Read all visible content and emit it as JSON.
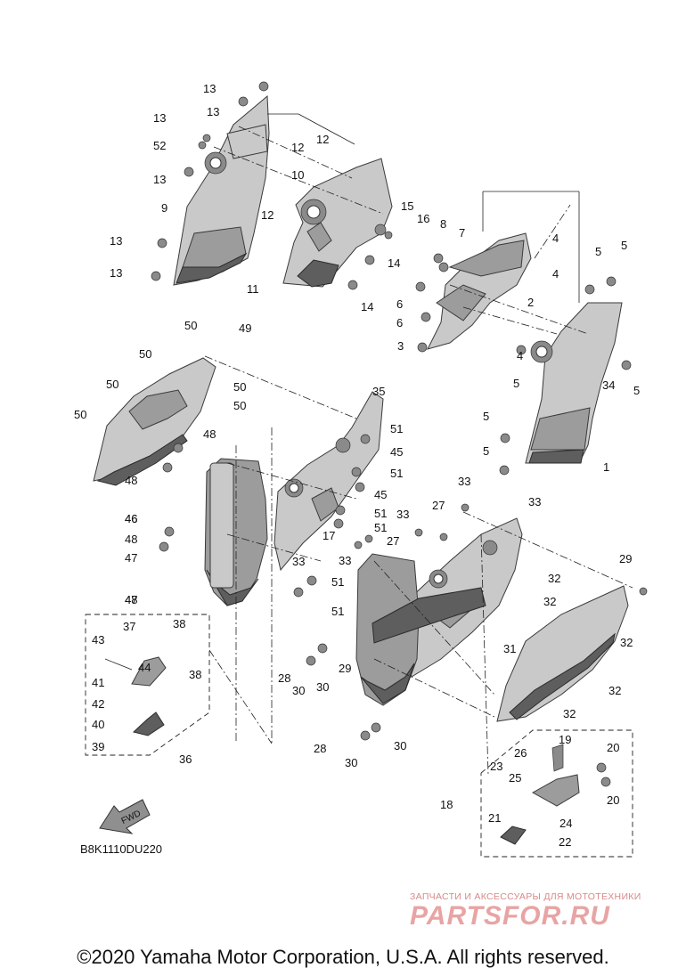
{
  "diagram": {
    "code": "B8K1110DU220",
    "fwd_label": "FWD",
    "callouts": [
      "13",
      "13",
      "13",
      "52",
      "13",
      "9",
      "13",
      "13",
      "10",
      "12",
      "12",
      "12",
      "11",
      "15",
      "16",
      "14",
      "14",
      "8",
      "7",
      "4",
      "4",
      "4",
      "6",
      "6",
      "3",
      "2",
      "5",
      "5",
      "5",
      "5",
      "5",
      "5",
      "34",
      "1",
      "49",
      "50",
      "50",
      "50",
      "50",
      "50",
      "50",
      "48",
      "48",
      "46",
      "47",
      "48",
      "48",
      "46",
      "47",
      "35",
      "51",
      "45",
      "51",
      "45",
      "51",
      "51",
      "51",
      "51",
      "33",
      "33",
      "27",
      "27",
      "33",
      "17",
      "33",
      "33",
      "29",
      "29",
      "32",
      "32",
      "31",
      "32",
      "32",
      "32",
      "36",
      "37",
      "38",
      "38",
      "43",
      "44",
      "41",
      "42",
      "40",
      "39",
      "28",
      "30",
      "30",
      "28",
      "30",
      "30",
      "19",
      "26",
      "20",
      "20",
      "23",
      "25",
      "18",
      "24",
      "21",
      "22"
    ]
  },
  "watermark": {
    "line1": "ЗАПЧАСТИ И АКСЕССУАРЫ ДЛЯ МОТОТЕХНИКИ",
    "brand": "PARTSFOR.RU"
  },
  "footer": {
    "copyright": "©2020 Yamaha Motor Corporation, U.S.A. All rights reserved."
  }
}
